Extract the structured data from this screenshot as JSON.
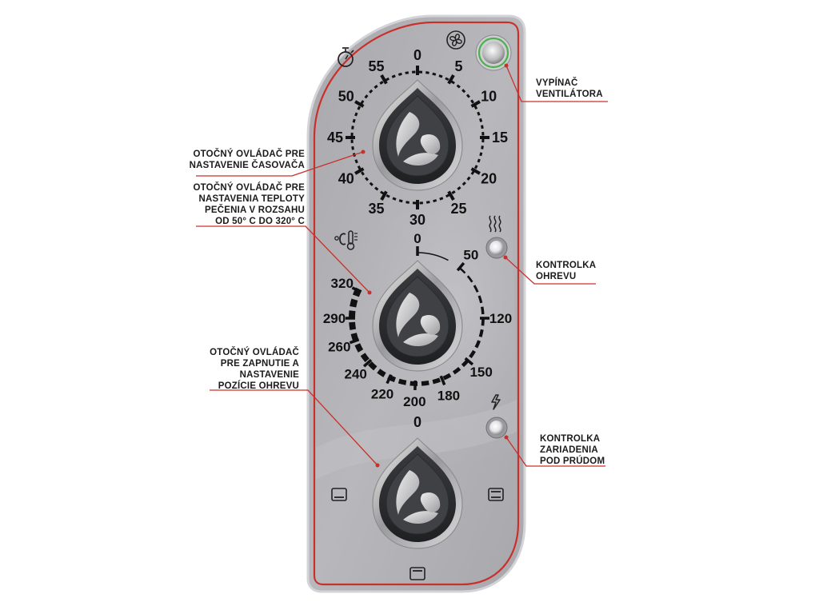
{
  "timer": {
    "labels": [
      "0",
      "5",
      "10",
      "15",
      "20",
      "25",
      "30",
      "35",
      "40",
      "45",
      "50",
      "55"
    ]
  },
  "temperature": {
    "labels": [
      "0",
      "50",
      "120",
      "150",
      "180",
      "200",
      "220",
      "240",
      "260",
      "290",
      "320"
    ]
  },
  "position": {
    "label": "0"
  },
  "callouts": {
    "fan_switch": [
      "VYPÍNAČ",
      "VENTILÁTORA"
    ],
    "timer_knob": [
      "OTOČNÝ OVLÁDAČ PRE",
      "NASTAVENIE ČASOVAČA"
    ],
    "temp_knob": [
      "OTOČNÝ OVLÁDAČ PRE",
      "NASTAVENIA TEPLOTY",
      "PEČENIA V ROZSAHU",
      "OD 50° C DO 320° C"
    ],
    "heating_light": [
      "KONTROLKA",
      "OHREVU"
    ],
    "position_knob": [
      "OTOČNÝ OVLÁDAČ",
      "PRE ZAPNUTIE A",
      "NASTAVENIE",
      "POZÍCIE OHREVU"
    ],
    "power_light": [
      "KONTROLKA",
      "ZARIADENIA",
      "POD PRÚDOM"
    ]
  },
  "colors": {
    "panel": "#b3b3b7",
    "border": "#c9302c",
    "knob": "#2f3032",
    "accent_ring": "#4caf50"
  },
  "icons": {
    "fan": "fan-icon",
    "timer": "stopwatch-icon",
    "thermometer": "thermometer-icon",
    "heat": "heat-waves-icon",
    "power": "lightning-icon",
    "bottom_heat": "bottom-heat-icon",
    "top_bottom_heat": "top-bottom-heat-icon",
    "top_heat": "top-heat-icon"
  }
}
